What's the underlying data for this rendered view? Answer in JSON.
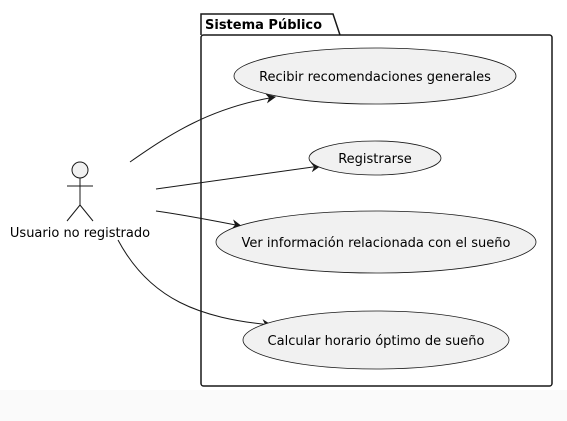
{
  "diagram": {
    "package": {
      "title": "Sistema Público"
    },
    "actor": {
      "label": "Usuario no registrado"
    },
    "use_cases": [
      {
        "label": "Recibir recomendaciones generales"
      },
      {
        "label": "Registrarse"
      },
      {
        "label": "Ver información relacionada con el sueño"
      },
      {
        "label": "Calcular horario óptimo de sueño"
      }
    ],
    "colors": {
      "use_case_fill": "#f1f1f1",
      "stroke": "#181818",
      "background": "#ffffff"
    }
  }
}
